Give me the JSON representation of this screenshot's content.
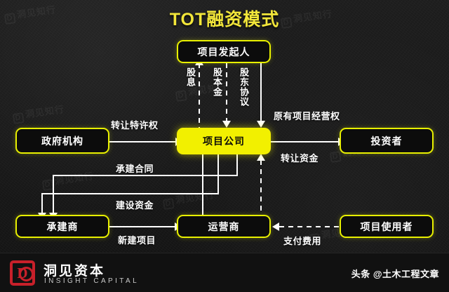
{
  "title": "TOT融资模式",
  "colors": {
    "accent_yellow": "#F2F000",
    "node_border": "#E8F000",
    "title_yellow": "#F2E63A",
    "background": "#171717",
    "line_white": "#FFFFFF",
    "logo_red": "#C8202A"
  },
  "nodes": {
    "initiator": "项目发起人",
    "government": "政府机构",
    "project_company": "项目公司",
    "investor": "投资者",
    "contractor": "承建商",
    "operator": "运营商",
    "project_user": "项目使用者"
  },
  "edge_labels": {
    "dividend": "股息",
    "equity_capital": "股本金",
    "shareholder_agreement": "股东协议",
    "transfer_franchise": "转让特许权",
    "original_operating_right": "原有项目经营权",
    "transfer_funds": "转让资金",
    "construction_contract": "承建合同",
    "construction_funds": "建设资金",
    "new_project": "新建项目",
    "pay_fees": "支付费用"
  },
  "watermarks": {
    "text": "洞见知行",
    "badge": "D"
  },
  "footer": {
    "logo_letter": "D",
    "brand_cn": "洞见资本",
    "brand_en": "INSIGHT CAPITAL",
    "credit": "头条 @土木工程文章"
  }
}
